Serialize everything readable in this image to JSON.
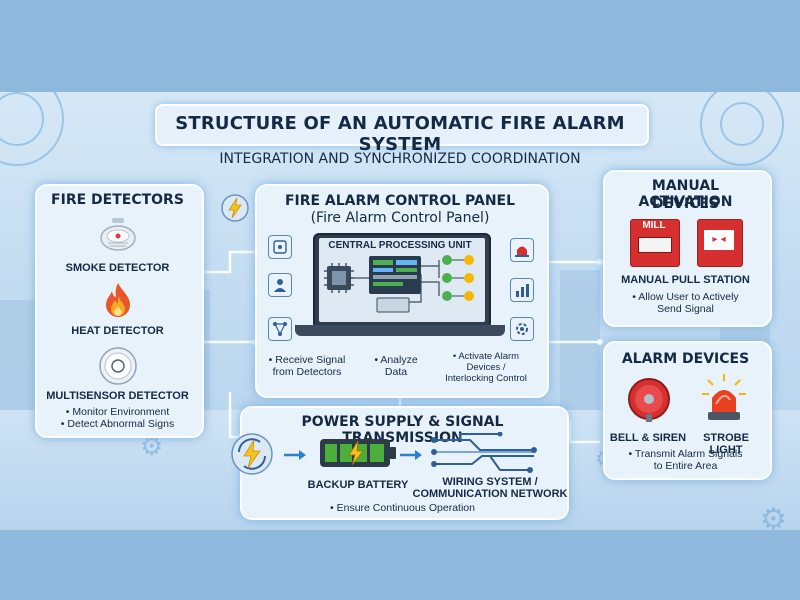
{
  "title": "STRUCTURE OF AN AUTOMATIC FIRE ALARM SYSTEM",
  "subtitle": "INTEGRATION AND SYNCHRONIZED COORDINATION",
  "fire_detectors": {
    "heading": "FIRE DETECTORS",
    "items": [
      "SMOKE DETECTOR",
      "HEAT DETECTOR",
      "MULTISENSOR DETECTOR"
    ],
    "notes": [
      "• Monitor Environment",
      "• Detect Abnormal Signs"
    ]
  },
  "control_panel": {
    "heading": "FIRE ALARM CONTROL PANEL",
    "subheading": "(Fire Alarm Control Panel)",
    "cpu_label": "CENTRAL PROCESSING UNIT",
    "functions": [
      [
        "• Receive Signal",
        "from Detectors"
      ],
      [
        "• Analyze",
        "Data"
      ],
      [
        "• Activate Alarm",
        "Devices /",
        "Interlocking Control"
      ]
    ]
  },
  "manual_activation": {
    "heading": [
      "MANUAL ACTIVATION",
      "DEVICES"
    ],
    "station_sign": "MILL",
    "item": "MANUAL PULL STATION",
    "notes": [
      "• Allow User to Actively",
      "Send Signal"
    ]
  },
  "alarm_devices": {
    "heading": "ALARM DEVICES",
    "items": [
      "BELL & SIREN",
      "STROBE LIGHT"
    ],
    "notes": [
      "• Transmit Alarm Signals",
      "to Entire Area"
    ]
  },
  "power": {
    "heading": "POWER SUPPLY & SIGNAL TRANSMISSION",
    "battery": "BACKUP BATTERY",
    "network": [
      "WIRING SYSTEM /",
      "COMMUNICATION NETWORK"
    ],
    "note": "• Ensure Continuous Operation"
  },
  "colors": {
    "background": "#8fb8dd",
    "panel": "#e8f2fb",
    "text": "#142a44",
    "flame": "#e8562a",
    "alarm_red": "#d62f2f",
    "battery_green": "#4caf3c",
    "bolt_yellow": "#f5c21b"
  }
}
